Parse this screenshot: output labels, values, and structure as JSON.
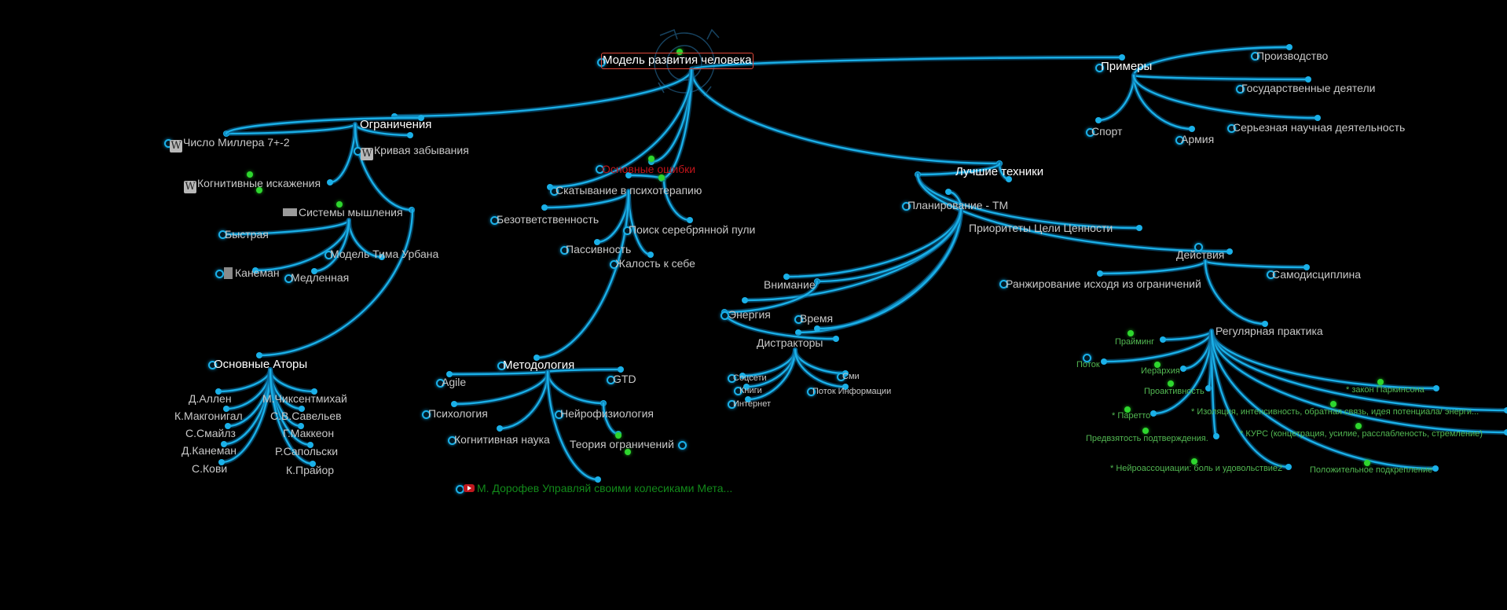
{
  "root": {
    "label": "Модель развития человека"
  },
  "branches": {
    "limits": {
      "label": "Ограничения",
      "children": [
        {
          "label": "Число Миллера 7+-2",
          "icon": "wikipedia-icon"
        },
        {
          "label": "Кривая забывания",
          "icon": "wikipedia-icon"
        },
        {
          "label": "Когнитивные искажения",
          "icon": "wikipedia-icon"
        },
        {
          "label": "Системы мышления",
          "icon": "image-icon"
        }
      ],
      "thinking": [
        {
          "label": "Быстрая"
        },
        {
          "label": "Модель Тима Урбана"
        },
        {
          "label": "Канеман",
          "icon": "book-icon"
        },
        {
          "label": "Медленная"
        }
      ]
    },
    "authors": {
      "label": "Основные Аторы",
      "left": [
        "Д.Аллен",
        "К.Макгонигал",
        "С.Смайлз",
        "Д.Канеман",
        "С.Кови"
      ],
      "right": [
        "М.Чиксентмихай",
        "С.В.Савельев",
        "Г.Маккеон",
        "Р.Сапольски",
        "К.Прайор"
      ]
    },
    "mistakes": {
      "label": "Основные ошибки",
      "children": [
        "Скатывание в психотерапию",
        "Безответственность",
        "Поиск серебрянной пули",
        "Пассивность",
        "Жалость к себе"
      ]
    },
    "methodology": {
      "label": "Методология",
      "children": [
        "Agile",
        "GTD",
        "Психология",
        "Нейрофизиология",
        "Когнитивная наука",
        "Теория ограничений"
      ],
      "video": {
        "label": "М. Дорофев Управляй своими колесиками Мета...",
        "icon": "youtube-icon"
      }
    },
    "techniques": {
      "label": "Лучшие техники",
      "planning": {
        "label": "Планирование - ТМ",
        "children": [
          "Внимание",
          "Энергия",
          "Время",
          "Дистракторы"
        ],
        "distractors": [
          "Соцсети",
          "Книги",
          "Интернет",
          "Сми",
          "Поток Информации"
        ]
      },
      "priorities": "Приоритеты Цели Ценности",
      "actions": {
        "label": "Действия",
        "children": [
          "Ранжирование исходя из ограничений",
          "Самодисциплина",
          "Регулярная практика"
        ],
        "practice": [
          "Прайминг",
          "Поток",
          "Иерархия",
          "Проактивность",
          "* Паретто",
          "Предвзятость подтверждения.",
          "* Нейроассоциации: боль и удовольствие2",
          "* закон Паркинсона",
          "* Изоляция, интенсивность, обратная связь, идея потенциала/ энерги...",
          "* КУРС (концетрация, усилие, расслабленость, стремление)",
          "Положительное подкрепление"
        ]
      }
    },
    "examples": {
      "label": "Примеры",
      "children": [
        "Производство",
        "Государственные деятели",
        "Спорт",
        "Армия",
        "Серьезная научная деятельность"
      ]
    }
  },
  "colors": {
    "background": "#000000",
    "edge": "#1ab0e8",
    "root_border": "#e0483a",
    "error_text": "#c0141a",
    "note_text": "#52b852",
    "link_text": "#128a1a"
  }
}
